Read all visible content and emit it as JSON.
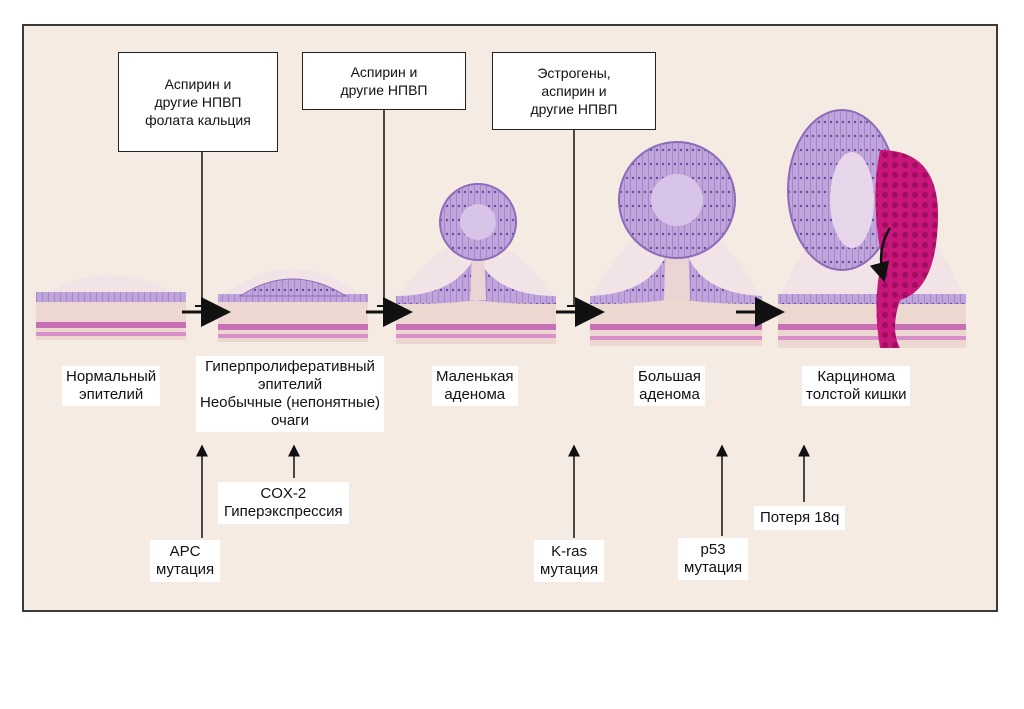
{
  "inhibitors": [
    {
      "lines": [
        "Аспирин и",
        "другие НПВП",
        "фолата кальция"
      ]
    },
    {
      "lines": [
        "Аспирин и",
        "другие НПВП"
      ]
    },
    {
      "lines": [
        "Эстрогены,",
        "аспирин  и",
        "другие НПВП"
      ]
    }
  ],
  "stages": [
    {
      "lines": [
        "Нормальный",
        "эпителий"
      ]
    },
    {
      "lines": [
        "Гиперпролиферативный",
        "эпителий",
        "Необычные (непонятные)",
        "очаги"
      ]
    },
    {
      "lines": [
        "Маленькая",
        "аденома"
      ]
    },
    {
      "lines": [
        "Большая",
        "аденома"
      ]
    },
    {
      "lines": [
        "Карцинома",
        "толстой кишки"
      ]
    }
  ],
  "mutations": [
    {
      "lines": [
        "APC",
        "мутация"
      ]
    },
    {
      "lines": [
        "COX-2",
        "Гиперэкспрессия"
      ]
    },
    {
      "lines": [
        "K-ras",
        "мутация"
      ]
    },
    {
      "lines": [
        "p53",
        "мутация"
      ]
    },
    {
      "lines": [
        "Потеря 18q"
      ]
    }
  ],
  "colors": {
    "background": "#f6ebe3",
    "epithelium": "#b89ad6",
    "epithelium_dark": "#8c6bb8",
    "muscle": "#c86fb8",
    "stroma": "#ecd8d0",
    "carcinoma": "#c8167a"
  }
}
